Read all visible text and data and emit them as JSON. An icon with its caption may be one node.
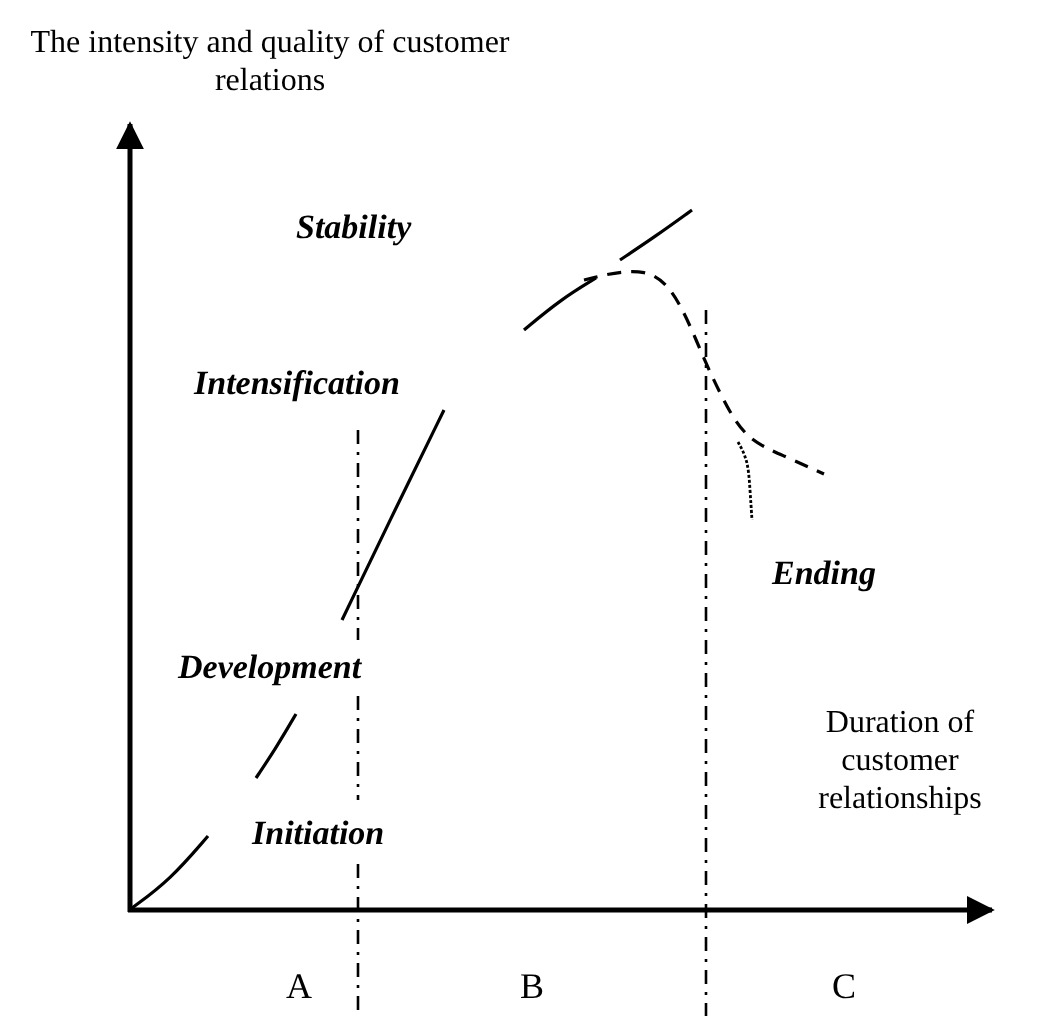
{
  "diagram": {
    "labels": [
      "The intensity and quality of customer relations",
      "Stability",
      "Intensification",
      "Ending",
      "Development",
      "Duration of customer relationships",
      "Initiation",
      "A",
      "B",
      "C"
    ]
  }
}
